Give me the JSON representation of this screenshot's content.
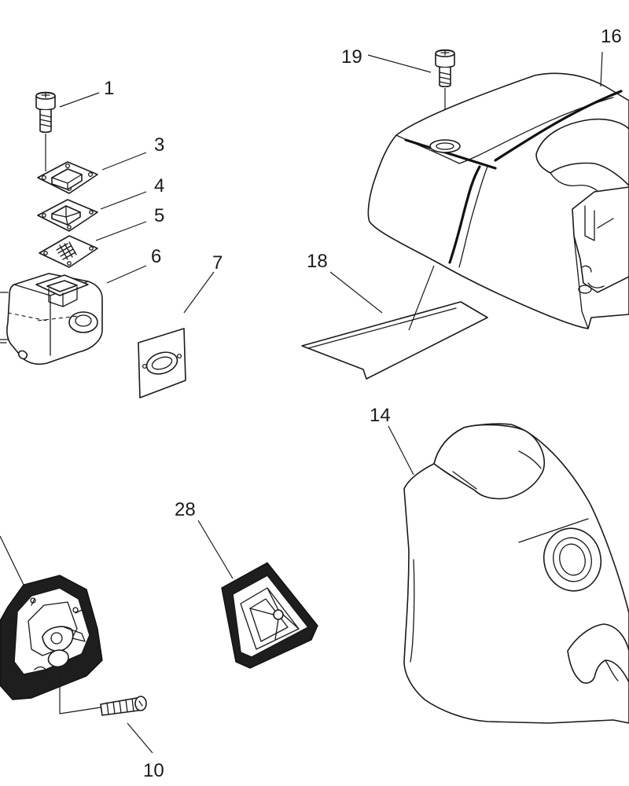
{
  "callouts": {
    "c1": "1",
    "c3": "3",
    "c4": "4",
    "c5": "5",
    "c6": "6",
    "c7": "7",
    "c10": "10",
    "c14": "14",
    "c16": "16",
    "c18": "18",
    "c19": "19",
    "c28": "28"
  },
  "colors": {
    "line": "#1a1a1a",
    "background": "#ffffff",
    "solid_fill": "#1e1e1e"
  }
}
